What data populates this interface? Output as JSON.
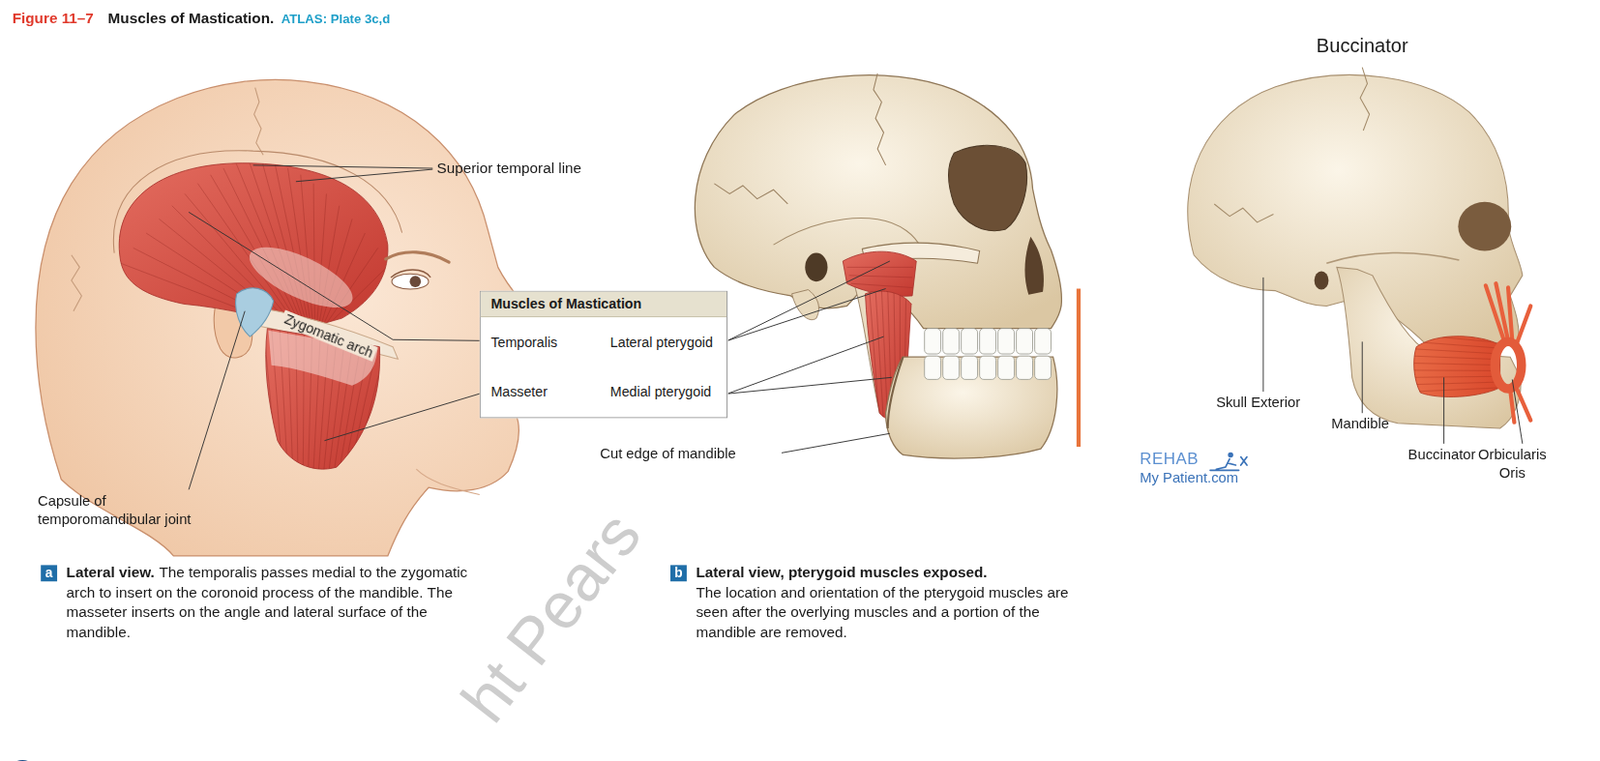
{
  "diagram": {
    "title": "Muscles of Mastication.",
    "nodes": [
      {
        "text": [
          "Muscles of Mastication",
          "Temporalis",
          "Lateral pterygoid",
          "Masseter",
          "Medial pterygoid"
        ]
      }
    ],
    "labels": [
      "Figure 11–7",
      "ATLAS: Plate 3c,d",
      "Superior temporal line",
      "Zygomatic arch",
      "Capsule of temporomandibular joint",
      "Cut edge of mandible",
      "a",
      "Lateral view.",
      "The temporalis passes medial to the zygomatic arch to insert on the coronoid process of the mandible. The masseter inserts on the angle and lateral surface of the mandible.",
      "b",
      "Lateral view, pterygoid muscles exposed.",
      "The location and orientation of the pterygoid muscles are seen after the overlying muscles and a portion of the mandible are removed.",
      "Buccinator",
      "Skull Exterior",
      "Mandible",
      "Buccinator",
      "Orbicularis Oris",
      "REHAB",
      "My Patient.com",
      "ht Pears"
    ]
  }
}
